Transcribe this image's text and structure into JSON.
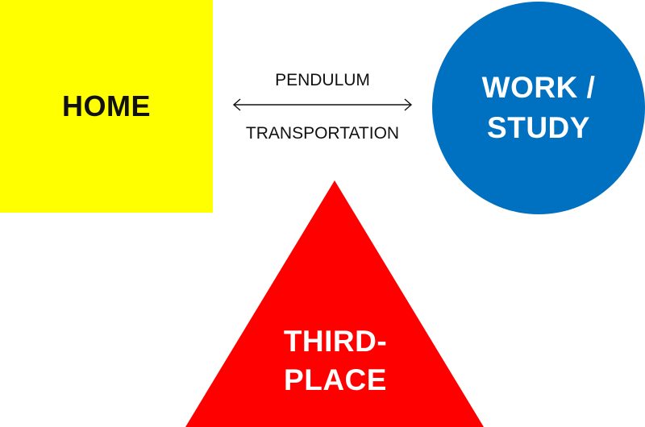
{
  "colors": {
    "home": "#ffff00",
    "work": "#0070c0",
    "third_place": "#ff0000",
    "text_dark": "#111111",
    "text_light": "#ffffff"
  },
  "home": {
    "label": "HOME"
  },
  "work": {
    "line1": "WORK /",
    "line2": "STUDY"
  },
  "connector": {
    "top_label": "PENDULUM",
    "bottom_label": "TRANSPORTATION",
    "arrow_icon": "double-headed-arrow-icon"
  },
  "third_place": {
    "line1": "THIRD-",
    "line2": "PLACE"
  }
}
